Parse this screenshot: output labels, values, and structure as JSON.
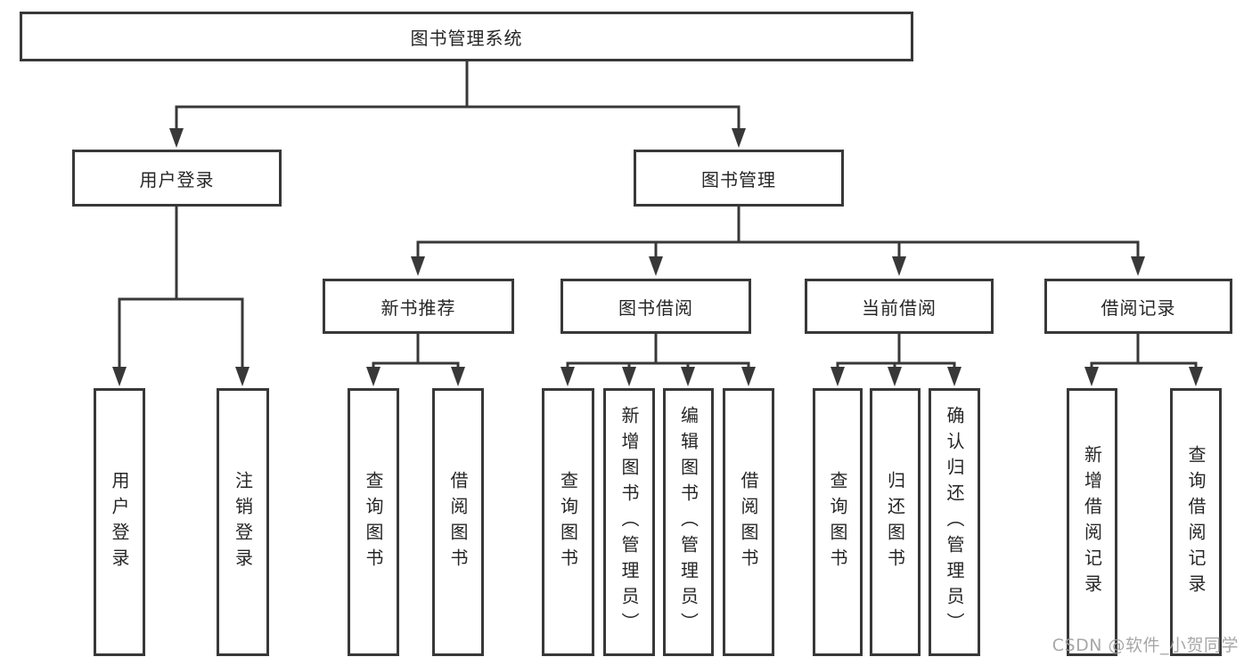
{
  "tree": {
    "label": "图书管理系统",
    "children": [
      {
        "label": "用户登录",
        "children": [
          {
            "label": "用户登录"
          },
          {
            "label": "注销登录"
          }
        ]
      },
      {
        "label": "图书管理",
        "children": [
          {
            "label": "新书推荐",
            "children": [
              {
                "label": "查询图书"
              },
              {
                "label": "借阅图书"
              }
            ]
          },
          {
            "label": "图书借阅",
            "children": [
              {
                "label": "查询图书"
              },
              {
                "label": "新增图书（管理员）"
              },
              {
                "label": "编辑图书（管理员）"
              },
              {
                "label": "借阅图书"
              }
            ]
          },
          {
            "label": "当前借阅",
            "children": [
              {
                "label": "查询图书"
              },
              {
                "label": "归还图书"
              },
              {
                "label": "确认归还（管理员）"
              }
            ]
          },
          {
            "label": "借阅记录",
            "children": [
              {
                "label": "新增借阅记录"
              },
              {
                "label": "查询借阅记录"
              }
            ]
          }
        ]
      }
    ]
  },
  "watermark": {
    "text": "CSDN @软件_小贺同学"
  },
  "colors": {
    "line": "#383838",
    "border": "#383838",
    "text": "#262626",
    "watermark_text": "#9e9e9e",
    "background": "#ffffff"
  }
}
